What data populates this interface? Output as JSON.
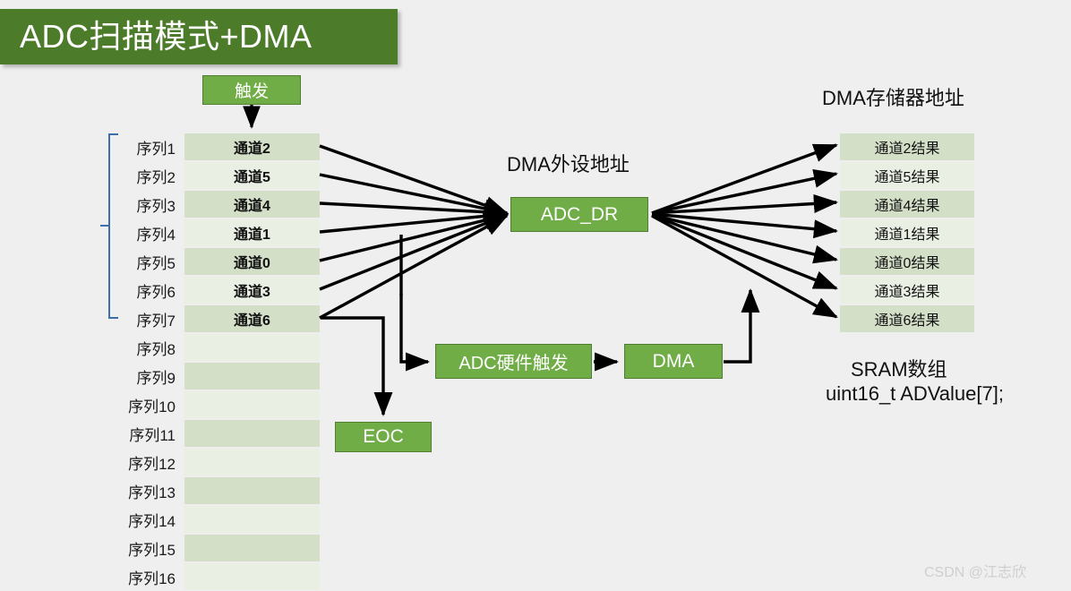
{
  "title": {
    "text": "ADC扫描模式+DMA"
  },
  "trigger_box": {
    "label": "触发"
  },
  "adc_dr_box": {
    "label": "ADC_DR"
  },
  "eoc_box": {
    "label": "EOC"
  },
  "hw_trigger_box": {
    "label": "ADC硬件触发"
  },
  "dma_box": {
    "label": "DMA"
  },
  "labels": {
    "dma_peripheral_address": "DMA外设地址",
    "dma_memory_address": "DMA存储器地址",
    "sram_array": "SRAM数组",
    "sram_decl": "uint16_t ADValue[7];"
  },
  "sequence_table": {
    "rows": [
      {
        "seq": "序列1",
        "channel": "通道2",
        "shade": "dark"
      },
      {
        "seq": "序列2",
        "channel": "通道5",
        "shade": "light"
      },
      {
        "seq": "序列3",
        "channel": "通道4",
        "shade": "dark"
      },
      {
        "seq": "序列4",
        "channel": "通道1",
        "shade": "light"
      },
      {
        "seq": "序列5",
        "channel": "通道0",
        "shade": "dark"
      },
      {
        "seq": "序列6",
        "channel": "通道3",
        "shade": "light"
      },
      {
        "seq": "序列7",
        "channel": "通道6",
        "shade": "dark"
      },
      {
        "seq": "序列8",
        "channel": "",
        "shade": "light"
      },
      {
        "seq": "序列9",
        "channel": "",
        "shade": "dark"
      },
      {
        "seq": "序列10",
        "channel": "",
        "shade": "light"
      },
      {
        "seq": "序列11",
        "channel": "",
        "shade": "dark"
      },
      {
        "seq": "序列12",
        "channel": "",
        "shade": "light"
      },
      {
        "seq": "序列13",
        "channel": "",
        "shade": "dark"
      },
      {
        "seq": "序列14",
        "channel": "",
        "shade": "light"
      },
      {
        "seq": "序列15",
        "channel": "",
        "shade": "dark"
      },
      {
        "seq": "序列16",
        "channel": "",
        "shade": "light"
      }
    ]
  },
  "result_table": {
    "rows": [
      {
        "label": "通道2结果",
        "shade": "dark"
      },
      {
        "label": "通道5结果",
        "shade": "light"
      },
      {
        "label": "通道4结果",
        "shade": "dark"
      },
      {
        "label": "通道1结果",
        "shade": "light"
      },
      {
        "label": "通道0结果",
        "shade": "dark"
      },
      {
        "label": "通道3结果",
        "shade": "light"
      },
      {
        "label": "通道6结果",
        "shade": "dark"
      }
    ]
  },
  "watermark": {
    "text": "CSDN @江志欣"
  },
  "colors": {
    "page_background": "#efefef",
    "title_green": "#4c7c2a",
    "box_green": "#70ad47",
    "box_green_border": "#507e32",
    "row_dark": "#d4dfc8",
    "row_light": "#e9efe3",
    "bracket_blue": "#3f6fa8",
    "wire_black": "#000000",
    "watermark_gray": "#cfcfcf"
  }
}
